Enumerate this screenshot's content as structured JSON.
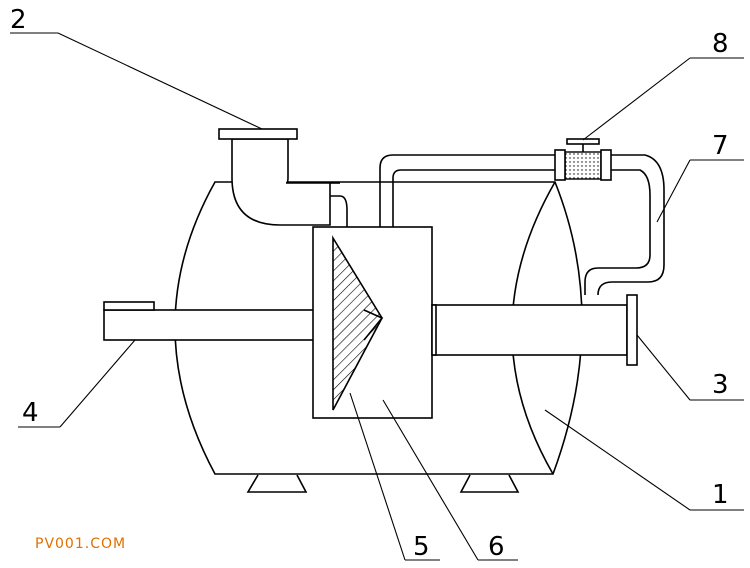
{
  "diagram": {
    "labels": {
      "l1": "1",
      "l2": "2",
      "l3": "3",
      "l4": "4",
      "l5": "5",
      "l6": "6",
      "l7": "7",
      "l8": "8"
    },
    "watermark": "PV001.COM",
    "colors": {
      "line": "#000000",
      "watermark": "#e07000",
      "background": "#ffffff"
    }
  }
}
